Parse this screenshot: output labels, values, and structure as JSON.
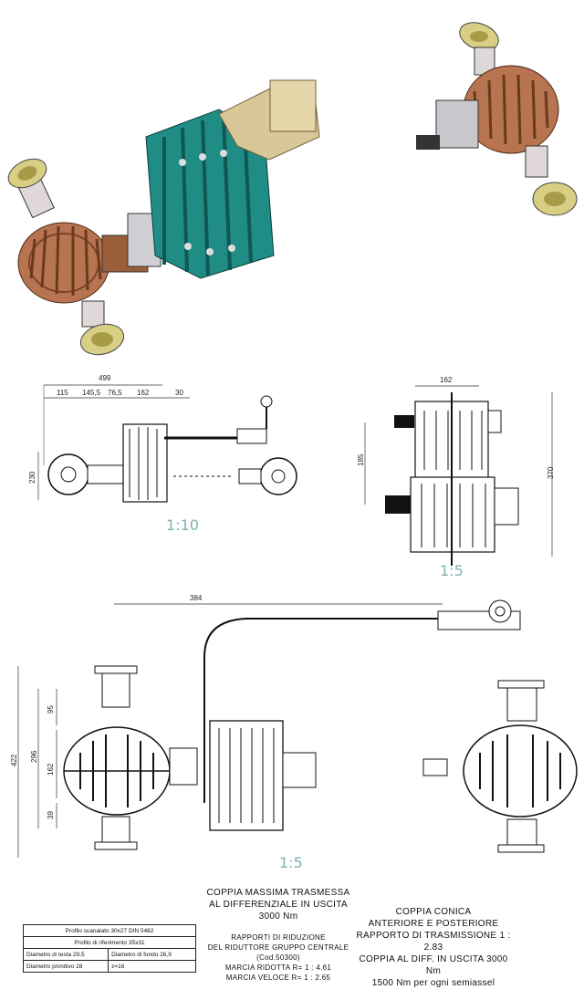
{
  "dimensions": {
    "d_499": "499",
    "d_115": "115",
    "d_145_5": "145,5",
    "d_76_5": "76,5",
    "d_162a": "162",
    "d_30": "30",
    "d_230": "230",
    "d_162b": "162",
    "d_185": "185",
    "d_370": "370",
    "d_384": "384",
    "d_422": "422",
    "d_296": "296",
    "d_95": "95",
    "d_162c": "162",
    "d_39": "39"
  },
  "scales": {
    "top_left": "1:10",
    "top_right": "1:5",
    "bottom": "1:5"
  },
  "notes": {
    "torque_lines": [
      "COPPIA MASSIMA TRASMESSA",
      "AL DIFFERENZIALE IN USCITA",
      "3000 Nm"
    ],
    "reduction_lines": [
      "RAPPORTI DI RIDUZIONE",
      "DEL RIDUTTORE GRUPPO CENTRALE (Cod.50300)",
      "MARCIA RIDOTTA R= 1 : 4.61",
      "MARCIA VELOCE R= 1 : 2.65"
    ],
    "bevel_lines": [
      "COPPIA CONICA",
      "ANTERIORE E POSTERIORE",
      "RAPPORTO DI TRASMISSIONE 1 : 2.83",
      "COPPIA AL DIFF. IN USCITA 3000 Nm",
      "1500 Nm per ogni semiassel"
    ]
  },
  "spec_table": {
    "row1": "Profilo scanalato 30x27 DIN 5482",
    "row2": "Profilo di riferimento 35x31",
    "row3a": "Diametro di testa 29,5",
    "row3b": "Diametro di fondo 26,9",
    "row4a": "Diametro primitivo 28",
    "row4b": "z=16"
  },
  "colors": {
    "housing_teal": "#1f8d86",
    "diff_copper": "#b87350",
    "motor_tan": "#d9c79a",
    "flange_yellow": "#d8cf85",
    "steel": "#c8c8cc"
  }
}
